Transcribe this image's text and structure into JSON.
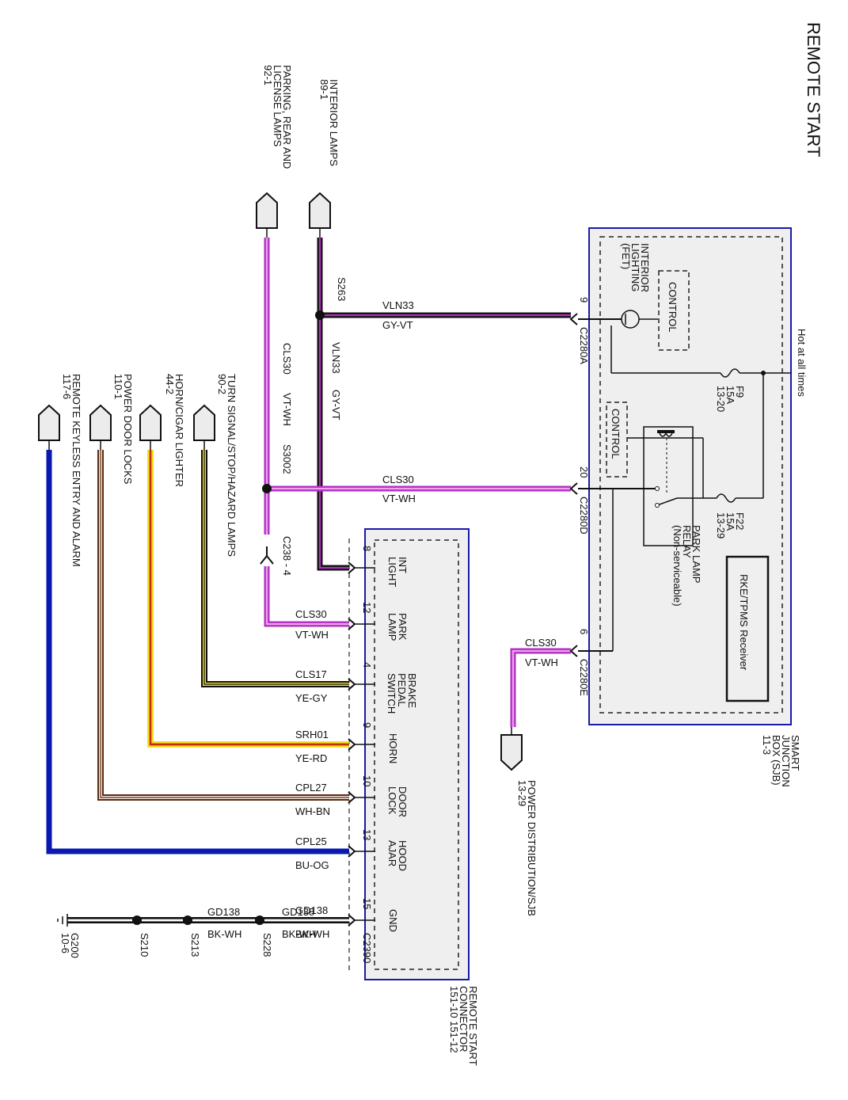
{
  "title": "REMOTE START",
  "modules": {
    "sjb": {
      "name_lines": [
        "SMART",
        "JUNCTION",
        "BOX (SJB)",
        "11-3"
      ],
      "hot_label": "Hot at all times",
      "interior_lighting_lines": [
        "INTERIOR",
        "LIGHTING",
        "(FET)"
      ],
      "control_1": "CONTROL",
      "control_2": "CONTROL",
      "fuse_f9": [
        "F9",
        "15A",
        "13-20"
      ],
      "fuse_f22": [
        "F22",
        "15A",
        "13-29"
      ],
      "relay_lines": [
        "PARK LAMP",
        "RELAY",
        "(Non-serviceable)"
      ],
      "receiver": "RKE/TPMS Receiver",
      "border_color": "#1a1aa6",
      "fill_color": "#efefef"
    },
    "rsc": {
      "name_lines": [
        "REMOTE START",
        "CONNECTOR",
        "151-10   151-12"
      ],
      "border_color": "#1a1aa6",
      "fill_color": "#efefef",
      "connector": "C2390"
    }
  },
  "sjb_pins": [
    {
      "pin": "9",
      "connector": "C2280A",
      "circuit": "VLN33",
      "color": "GY-VT"
    },
    {
      "pin": "20",
      "connector": "C2280D",
      "circuit": "CLS30",
      "color": "VT-WH"
    },
    {
      "pin": "6",
      "connector": "C2280E",
      "circuit": "CLS30",
      "color": "VT-WH"
    }
  ],
  "rsc_pins": [
    {
      "pin": "8",
      "function_lines": [
        "INT",
        "LIGHT"
      ],
      "circuit": "",
      "color": ""
    },
    {
      "pin": "12",
      "function_lines": [
        "PARK",
        "LAMP"
      ],
      "circuit": "CLS30",
      "color": "VT-WH"
    },
    {
      "pin": "4",
      "function_lines": [
        "BRAKE",
        "PEDAL",
        "SWITCH"
      ],
      "circuit": "CLS17",
      "color": "YE-GY"
    },
    {
      "pin": "9",
      "function_lines": [
        "HORN"
      ],
      "circuit": "SRH01",
      "color": "YE-RD"
    },
    {
      "pin": "10",
      "function_lines": [
        "DOOR",
        "LOCK"
      ],
      "circuit": "CPL27",
      "color": "WH-BN"
    },
    {
      "pin": "13",
      "function_lines": [
        "HOOD",
        "AJAR"
      ],
      "circuit": "CPL25",
      "color": "BU-OG"
    },
    {
      "pin": "15",
      "function_lines": [
        "GND"
      ],
      "circuit": "GD138",
      "color": "BK-WH"
    }
  ],
  "vertical_wires": {
    "vln33": {
      "circuit": "VLN33",
      "color": "GY-VT",
      "splice": "S263"
    },
    "cls30": {
      "circuit": "CLS30",
      "color": "VT-WH",
      "splice": "S3002",
      "inline_connector": "C238 - 4"
    }
  },
  "references": [
    {
      "id": "interior-lamps",
      "lines": [
        "INTERIOR LAMPS",
        "89-1"
      ]
    },
    {
      "id": "parking-lamps",
      "lines": [
        "PARKING, REAR AND",
        "LICENSE LAMPS",
        "92-1"
      ]
    },
    {
      "id": "turn-signal",
      "lines": [
        "TURN SIGNAL/STOP/HAZARD LAMPS",
        "90-2"
      ]
    },
    {
      "id": "horn",
      "lines": [
        "HORN/CIGAR LIGHTER",
        "44-2"
      ]
    },
    {
      "id": "door-locks",
      "lines": [
        "POWER DOOR LOCKS",
        "110-1"
      ]
    },
    {
      "id": "rke",
      "lines": [
        "REMOTE KEYLESS ENTRY AND ALARM",
        "117-6"
      ]
    },
    {
      "id": "power-dist",
      "lines": [
        "POWER DISTRIBUTION/SJB",
        "13-29"
      ]
    }
  ],
  "ground": {
    "wire1": {
      "circuit": "GD138",
      "color": "BK-WH"
    },
    "wire2": {
      "circuit": "GD138",
      "color": "BK-WH"
    },
    "splices": [
      "S228",
      "S213",
      "S210"
    ],
    "ground_point": [
      "G200",
      "10-6"
    ]
  },
  "wire_colors": {
    "violet": "#b030c0",
    "violet_light": "#f0a0f0",
    "black": "#111111",
    "yellow": "#f5e020",
    "red": "#c03010",
    "brown": "#5a2a10",
    "white": "#ffffff",
    "blue": "#0a18b0"
  }
}
